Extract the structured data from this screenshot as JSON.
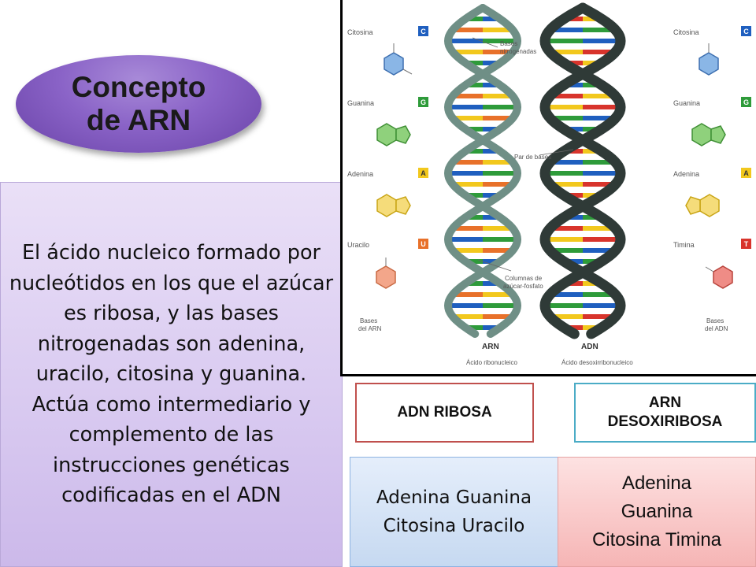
{
  "title": {
    "line1": "Concepto",
    "line2": "de ARN"
  },
  "description": "El ácido nucleico formado por nucleótidos en los que el azúcar es ribosa, y las bases nitrogenadas son adenina, uracilo, citosina y guanina. Actúa como intermediario y complemento de las instrucciones genéticas codificadas en el ADN",
  "figure": {
    "left_bases": [
      "Citosina",
      "Guanina",
      "Adenina",
      "Uracilo"
    ],
    "left_letters": [
      "C",
      "G",
      "A",
      "U"
    ],
    "left_caption": [
      "Bases",
      "del ARN"
    ],
    "right_bases": [
      "Citosina",
      "Guanina",
      "Adenina",
      "Timina"
    ],
    "right_letters": [
      "C",
      "G",
      "A",
      "T"
    ],
    "right_caption": [
      "Bases",
      "del ADN"
    ],
    "annotation_bases": [
      "Bases",
      "nitrogenadas"
    ],
    "annotation_pair": "Par de bases",
    "annotation_columns": [
      "Columnas de",
      "azúcar-fosfato"
    ],
    "arn_title": "ARN",
    "arn_subtitle": "Ácido ribonucleico",
    "adn_title": "ADN",
    "adn_subtitle": "Ácido desoxirribonucleico",
    "colors": {
      "cytosine": "#1f5fbf",
      "guanine": "#2e9b3a",
      "adenine": "#f2c81d",
      "uracil": "#e8712a",
      "thymine": "#d8342c",
      "arn_backbone": "#6f8f86",
      "adn_backbone": "#2f3a37"
    }
  },
  "labels": {
    "adn": "ADN  RIBOSA",
    "arn_line1": "ARN",
    "arn_line2": "DESOXIRIBOSA"
  },
  "bases_box_left": {
    "line1": "Adenina Guanina",
    "line2": "Citosina Uracilo"
  },
  "bases_box_right": {
    "line1": "Adenina",
    "line2": "Guanina",
    "line3": "Citosina Timina"
  }
}
